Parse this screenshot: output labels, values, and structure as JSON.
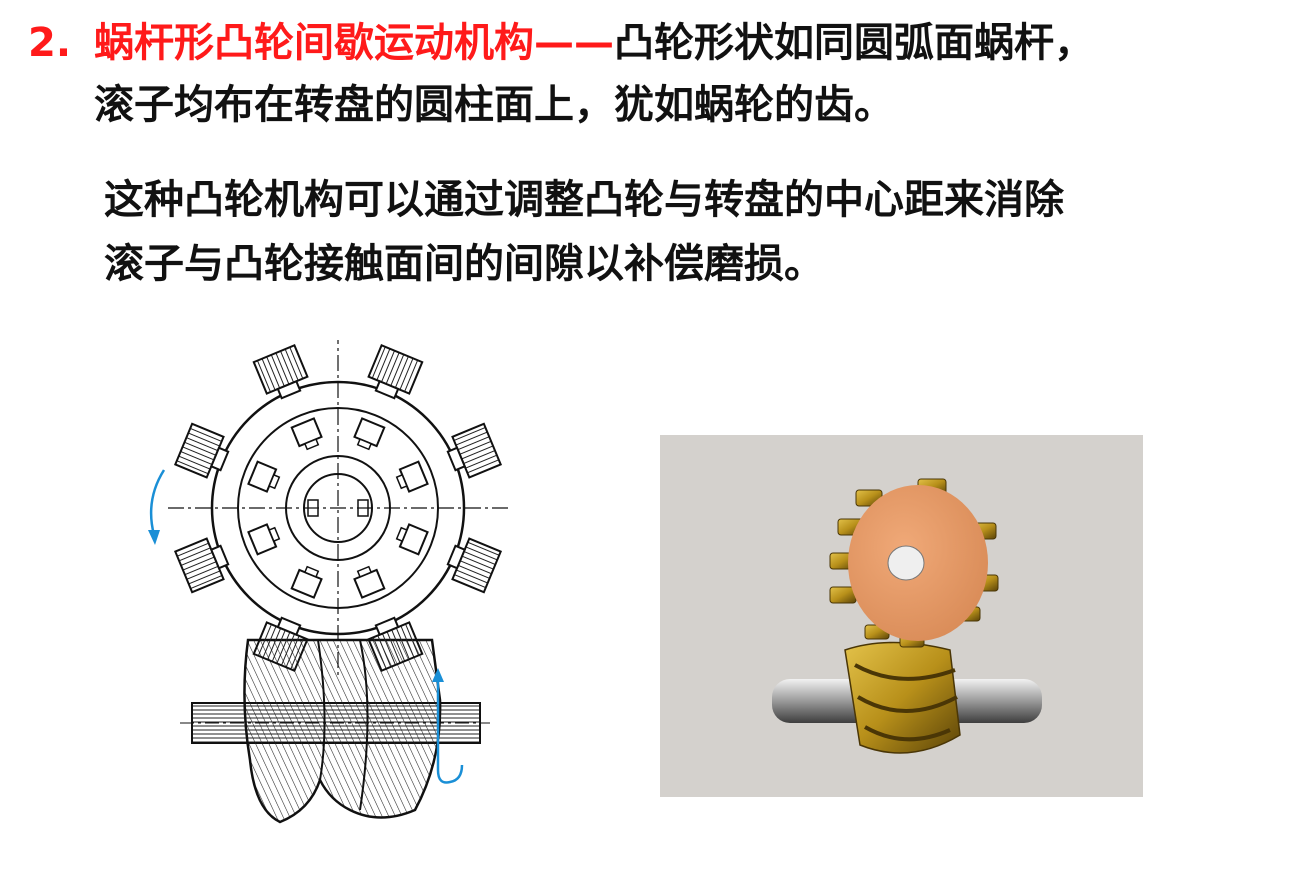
{
  "paragraph1": {
    "number": "2.",
    "title": "蜗杆形凸轮间歇运动机构——",
    "text_line1": "凸轮形状如同圆弧面蜗杆，",
    "text_line2": "滚子均布在转盘的圆柱面上，犹如蜗轮的齿。"
  },
  "paragraph2": {
    "line1": "这种凸轮机构可以通过调整凸轮与转盘的中心距来消除",
    "line2": "滚子与凸轮接触面间的间隙以补偿磨损。"
  },
  "colors": {
    "title_red": "#ff1a1a",
    "arrow_blue": "#1a8fd6",
    "disc_orange": "#e39a6a",
    "worm_gold": "#b8901a",
    "render_bg": "#d4d1cd"
  }
}
